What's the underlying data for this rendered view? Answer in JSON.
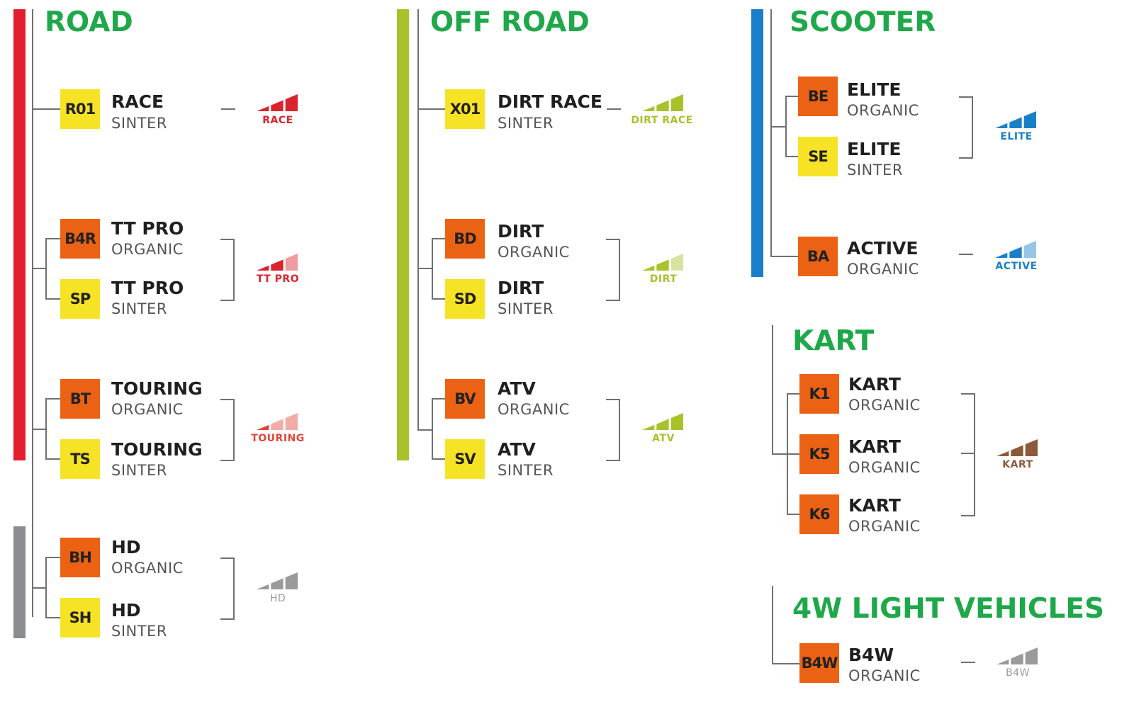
{
  "colors": {
    "title_green": "#1ea84a",
    "road_red": "#e31e2d",
    "offroad_lime": "#a9c12b",
    "scooter_blue": "#1a7fc9",
    "hd_gray": "#8a8c8e",
    "organic_orange": "#ec6214",
    "sinter_yellow": "#f7e326",
    "kart_brown": "#8b5a3a"
  },
  "categories": {
    "road": "ROAD",
    "offroad": "OFF ROAD",
    "scooter": "SCOOTER",
    "kart": "KART",
    "light4w": "4W LIGHT VEHICLES"
  },
  "road": [
    {
      "code": "R01",
      "name": "RACE",
      "type": "SINTER"
    },
    {
      "code": "B4R",
      "name": "TT PRO",
      "type": "ORGANIC"
    },
    {
      "code": "SP",
      "name": "TT PRO",
      "type": "SINTER"
    },
    {
      "code": "BT",
      "name": "TOURING",
      "type": "ORGANIC"
    },
    {
      "code": "TS",
      "name": "TOURING",
      "type": "SINTER"
    },
    {
      "code": "BH",
      "name": "HD",
      "type": "ORGANIC"
    },
    {
      "code": "SH",
      "name": "HD",
      "type": "SINTER"
    }
  ],
  "offroad": [
    {
      "code": "X01",
      "name": "DIRT RACE",
      "type": "SINTER"
    },
    {
      "code": "BD",
      "name": "DIRT",
      "type": "ORGANIC"
    },
    {
      "code": "SD",
      "name": "DIRT",
      "type": "SINTER"
    },
    {
      "code": "BV",
      "name": "ATV",
      "type": "ORGANIC"
    },
    {
      "code": "SV",
      "name": "ATV",
      "type": "SINTER"
    }
  ],
  "scooter": [
    {
      "code": "BE",
      "name": "ELITE",
      "type": "ORGANIC"
    },
    {
      "code": "SE",
      "name": "ELITE",
      "type": "SINTER"
    },
    {
      "code": "BA",
      "name": "ACTIVE",
      "type": "ORGANIC"
    }
  ],
  "kart": [
    {
      "code": "K1",
      "name": "KART",
      "type": "ORGANIC"
    },
    {
      "code": "K5",
      "name": "KART",
      "type": "ORGANIC"
    },
    {
      "code": "K6",
      "name": "KART",
      "type": "ORGANIC"
    }
  ],
  "light4w": [
    {
      "code": "B4W",
      "name": "B4W",
      "type": "ORGANIC"
    }
  ],
  "indicators": {
    "race": {
      "label": "RACE",
      "level": 3,
      "color": "#d9232e"
    },
    "ttpro": {
      "label": "TT PRO",
      "level": 2,
      "color": "#d9232e"
    },
    "touring": {
      "label": "TOURING",
      "level": 1,
      "color": "#e0463a"
    },
    "hd": {
      "label": "HD",
      "level": 3,
      "color": "#9a9a9a"
    },
    "dirtrace": {
      "label": "DIRT RACE",
      "level": 3,
      "color": "#a9c12b"
    },
    "dirt": {
      "label": "DIRT",
      "level": 2,
      "color": "#a9c12b"
    },
    "atv": {
      "label": "ATV",
      "level": 3,
      "color": "#a9c12b"
    },
    "elite": {
      "label": "ELITE",
      "level": 3,
      "color": "#1a7fc9"
    },
    "active": {
      "label": "ACTIVE",
      "level": 2,
      "color": "#1a7fc9"
    },
    "kart": {
      "label": "KART",
      "level": 3,
      "color": "#8b5a3a"
    },
    "b4w": {
      "label": "B4W",
      "level": 3,
      "color": "#9a9a9a"
    }
  }
}
